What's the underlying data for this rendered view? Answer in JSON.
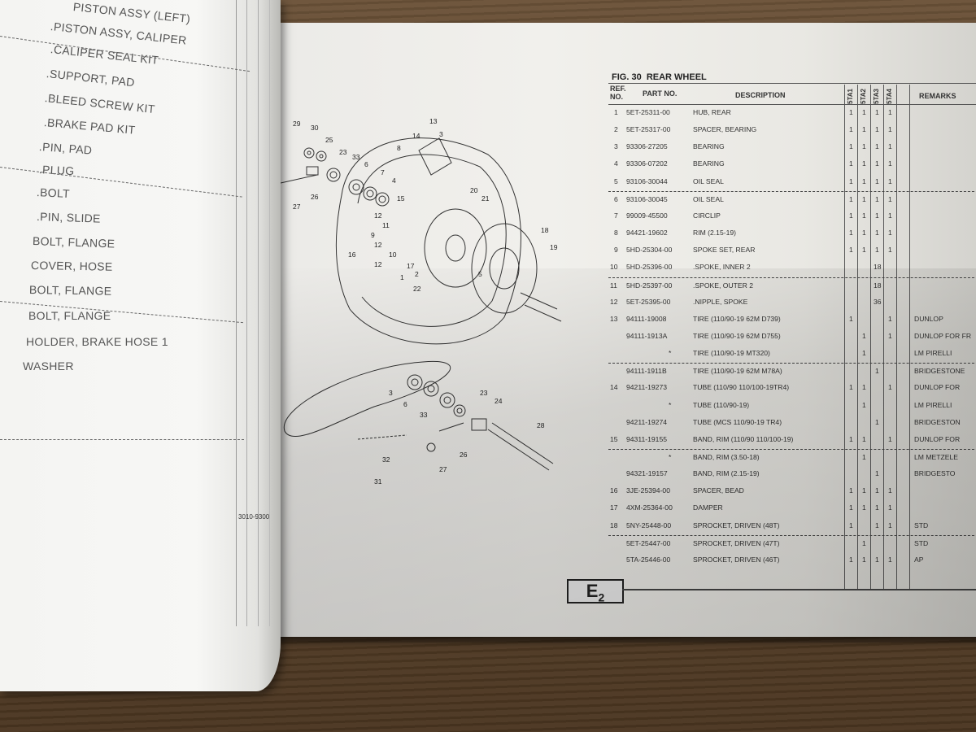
{
  "left_page": {
    "items": [
      "PISTON ASSY (LEFT)",
      ".PISTON ASSY, CALIPER",
      ".CALIPER SEAL KIT",
      ".SUPPORT, PAD",
      ".BLEED SCREW KIT",
      ".BRAKE PAD KIT",
      ".PIN, PAD",
      ".PLUG",
      ".BOLT",
      ".PIN, SLIDE",
      "BOLT, FLANGE",
      "COVER, HOSE",
      "BOLT, FLANGE",
      "BOLT, FLANGE",
      "HOLDER, BRAKE HOSE 1",
      "WASHER"
    ],
    "footer_code": "3010-9300"
  },
  "figure": {
    "fig_label": "FIG.",
    "fig_number": "30",
    "title": "REAR WHEEL",
    "callouts": [
      "29",
      "30",
      "25",
      "23",
      "33",
      "6",
      "7",
      "4",
      "3",
      "15",
      "14",
      "13",
      "8",
      "20",
      "21",
      "12",
      "11",
      "9",
      "12",
      "10",
      "12",
      "1",
      "16",
      "17",
      "22",
      "18",
      "19",
      "26",
      "27",
      "5",
      "2",
      "3",
      "6",
      "33",
      "23",
      "24",
      "28",
      "32",
      "31",
      "26",
      "27"
    ]
  },
  "table": {
    "headers": {
      "ref_no": "REF. NO.",
      "part_no": "PART NO.",
      "description": "DESCRIPTION",
      "models": [
        "5TA1",
        "5TA2",
        "5TA3",
        "5TA4"
      ],
      "remarks": "REMARKS"
    },
    "rows": [
      {
        "ref": "1",
        "part": "5ET-25311-00",
        "desc": "HUB, REAR",
        "qty": [
          "1",
          "1",
          "1",
          "1"
        ],
        "remarks": ""
      },
      {
        "ref": "2",
        "part": "5ET-25317-00",
        "desc": "SPACER, BEARING",
        "qty": [
          "1",
          "1",
          "1",
          "1"
        ],
        "remarks": ""
      },
      {
        "ref": "3",
        "part": "93306-27205",
        "desc": "BEARING",
        "qty": [
          "1",
          "1",
          "1",
          "1"
        ],
        "remarks": ""
      },
      {
        "ref": "4",
        "part": "93306-07202",
        "desc": "BEARING",
        "qty": [
          "1",
          "1",
          "1",
          "1"
        ],
        "remarks": ""
      },
      {
        "ref": "5",
        "part": "93106-30044",
        "desc": "OIL SEAL",
        "qty": [
          "1",
          "1",
          "1",
          "1"
        ],
        "remarks": ""
      },
      {
        "ref": "6",
        "part": "93106-30045",
        "desc": "OIL SEAL",
        "qty": [
          "1",
          "1",
          "1",
          "1"
        ],
        "remarks": "",
        "dashed": true
      },
      {
        "ref": "7",
        "part": "99009-45500",
        "desc": "CIRCLIP",
        "qty": [
          "1",
          "1",
          "1",
          "1"
        ],
        "remarks": ""
      },
      {
        "ref": "8",
        "part": "94421-19602",
        "desc": "RIM (2.15-19)",
        "qty": [
          "1",
          "1",
          "1",
          "1"
        ],
        "remarks": ""
      },
      {
        "ref": "9",
        "part": "5HD-25304-00",
        "desc": "SPOKE SET, REAR",
        "qty": [
          "1",
          "1",
          "1",
          "1"
        ],
        "remarks": ""
      },
      {
        "ref": "10",
        "part": "5HD-25396-00",
        "desc": ".SPOKE, INNER 2",
        "qty": [
          "",
          "",
          "18",
          ""
        ],
        "remarks": ""
      },
      {
        "ref": "11",
        "part": "5HD-25397-00",
        "desc": ".SPOKE, OUTER 2",
        "qty": [
          "",
          "",
          "18",
          ""
        ],
        "remarks": "",
        "dashed": true
      },
      {
        "ref": "12",
        "part": "5ET-25395-00",
        "desc": ".NIPPLE, SPOKE",
        "qty": [
          "",
          "",
          "36",
          ""
        ],
        "remarks": ""
      },
      {
        "ref": "13",
        "part": "94111-19008",
        "desc": "TIRE (110/90-19 62M D739)",
        "qty": [
          "1",
          "",
          "",
          "1"
        ],
        "remarks": "DUNLOP"
      },
      {
        "ref": "",
        "part": "94111-1913A",
        "desc": "TIRE (110/90-19 62M D755)",
        "qty": [
          "",
          "1",
          "",
          "1"
        ],
        "remarks": "DUNLOP FOR FR"
      },
      {
        "ref": "",
        "part": "*",
        "desc": "TIRE (110/90-19 MT320)",
        "qty": [
          "",
          "1",
          "",
          ""
        ],
        "remarks": "LM PIRELLI"
      },
      {
        "ref": "",
        "part": "94111-1911B",
        "desc": "TIRE (110/90-19 62M M78A)",
        "qty": [
          "",
          "",
          "1",
          ""
        ],
        "remarks": "BRIDGESTONE",
        "dashed": true
      },
      {
        "ref": "14",
        "part": "94211-19273",
        "desc": "TUBE (110/90 110/100-19TR4)",
        "qty": [
          "1",
          "1",
          "",
          "1"
        ],
        "remarks": "DUNLOP FOR"
      },
      {
        "ref": "",
        "part": "*",
        "desc": "TUBE (110/90-19)",
        "qty": [
          "",
          "1",
          "",
          ""
        ],
        "remarks": "LM PIRELLI"
      },
      {
        "ref": "",
        "part": "94211-19274",
        "desc": "TUBE (MCS 110/90-19 TR4)",
        "qty": [
          "",
          "",
          "1",
          ""
        ],
        "remarks": "BRIDGESTON"
      },
      {
        "ref": "15",
        "part": "94311-19155",
        "desc": "BAND, RIM (110/90 110/100-19)",
        "qty": [
          "1",
          "1",
          "",
          "1"
        ],
        "remarks": "DUNLOP FOR"
      },
      {
        "ref": "",
        "part": "*",
        "desc": "BAND, RIM (3.50-18)",
        "qty": [
          "",
          "1",
          "",
          ""
        ],
        "remarks": "LM METZELE",
        "dashed": true
      },
      {
        "ref": "",
        "part": "94321-19157",
        "desc": "BAND, RIM (2.15-19)",
        "qty": [
          "",
          "",
          "1",
          ""
        ],
        "remarks": "BRIDGESTO"
      },
      {
        "ref": "16",
        "part": "3JE-25394-00",
        "desc": "SPACER, BEAD",
        "qty": [
          "1",
          "1",
          "1",
          "1"
        ],
        "remarks": ""
      },
      {
        "ref": "17",
        "part": "4XM-25364-00",
        "desc": "DAMPER",
        "qty": [
          "1",
          "1",
          "1",
          "1"
        ],
        "remarks": ""
      },
      {
        "ref": "18",
        "part": "5NY-25448-00",
        "desc": "SPROCKET, DRIVEN (48T)",
        "qty": [
          "1",
          "",
          "1",
          "1"
        ],
        "remarks": "STD"
      },
      {
        "ref": "",
        "part": "5ET-25447-00",
        "desc": "SPROCKET, DRIVEN (47T)",
        "qty": [
          "",
          "1",
          "",
          ""
        ],
        "remarks": "STD",
        "dashed": true
      },
      {
        "ref": "",
        "part": "5TA-25446-00",
        "desc": "SPROCKET, DRIVEN (46T)",
        "qty": [
          "1",
          "1",
          "1",
          "1"
        ],
        "remarks": "AP"
      }
    ]
  },
  "page_marker": {
    "letter": "E",
    "number": "2"
  }
}
